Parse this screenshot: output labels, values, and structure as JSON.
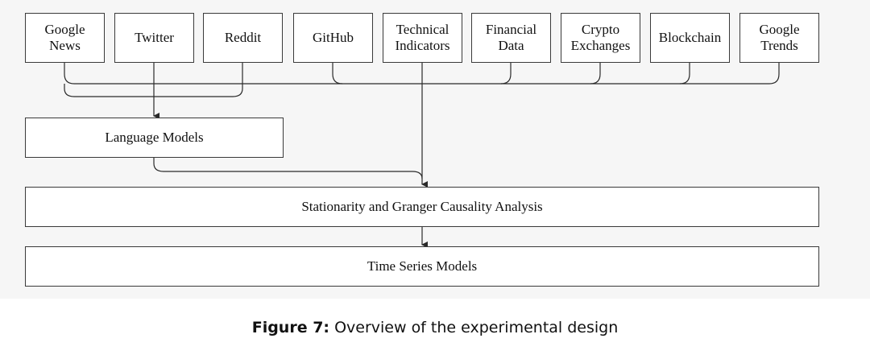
{
  "sources": [
    {
      "label": "Google\nNews"
    },
    {
      "label": "Twitter"
    },
    {
      "label": "Reddit"
    },
    {
      "label": "GitHub"
    },
    {
      "label": "Technical\nIndicators"
    },
    {
      "label": "Financial\nData"
    },
    {
      "label": "Crypto\nExchanges"
    },
    {
      "label": "Blockchain"
    },
    {
      "label": "Google\nTrends"
    }
  ],
  "language_models": "Language Models",
  "stationarity": "Stationarity and Granger Causality Analysis",
  "time_series": "Time Series Models",
  "caption": {
    "prefix": "Figure 7:",
    "text": " Overview of the experimental design"
  }
}
